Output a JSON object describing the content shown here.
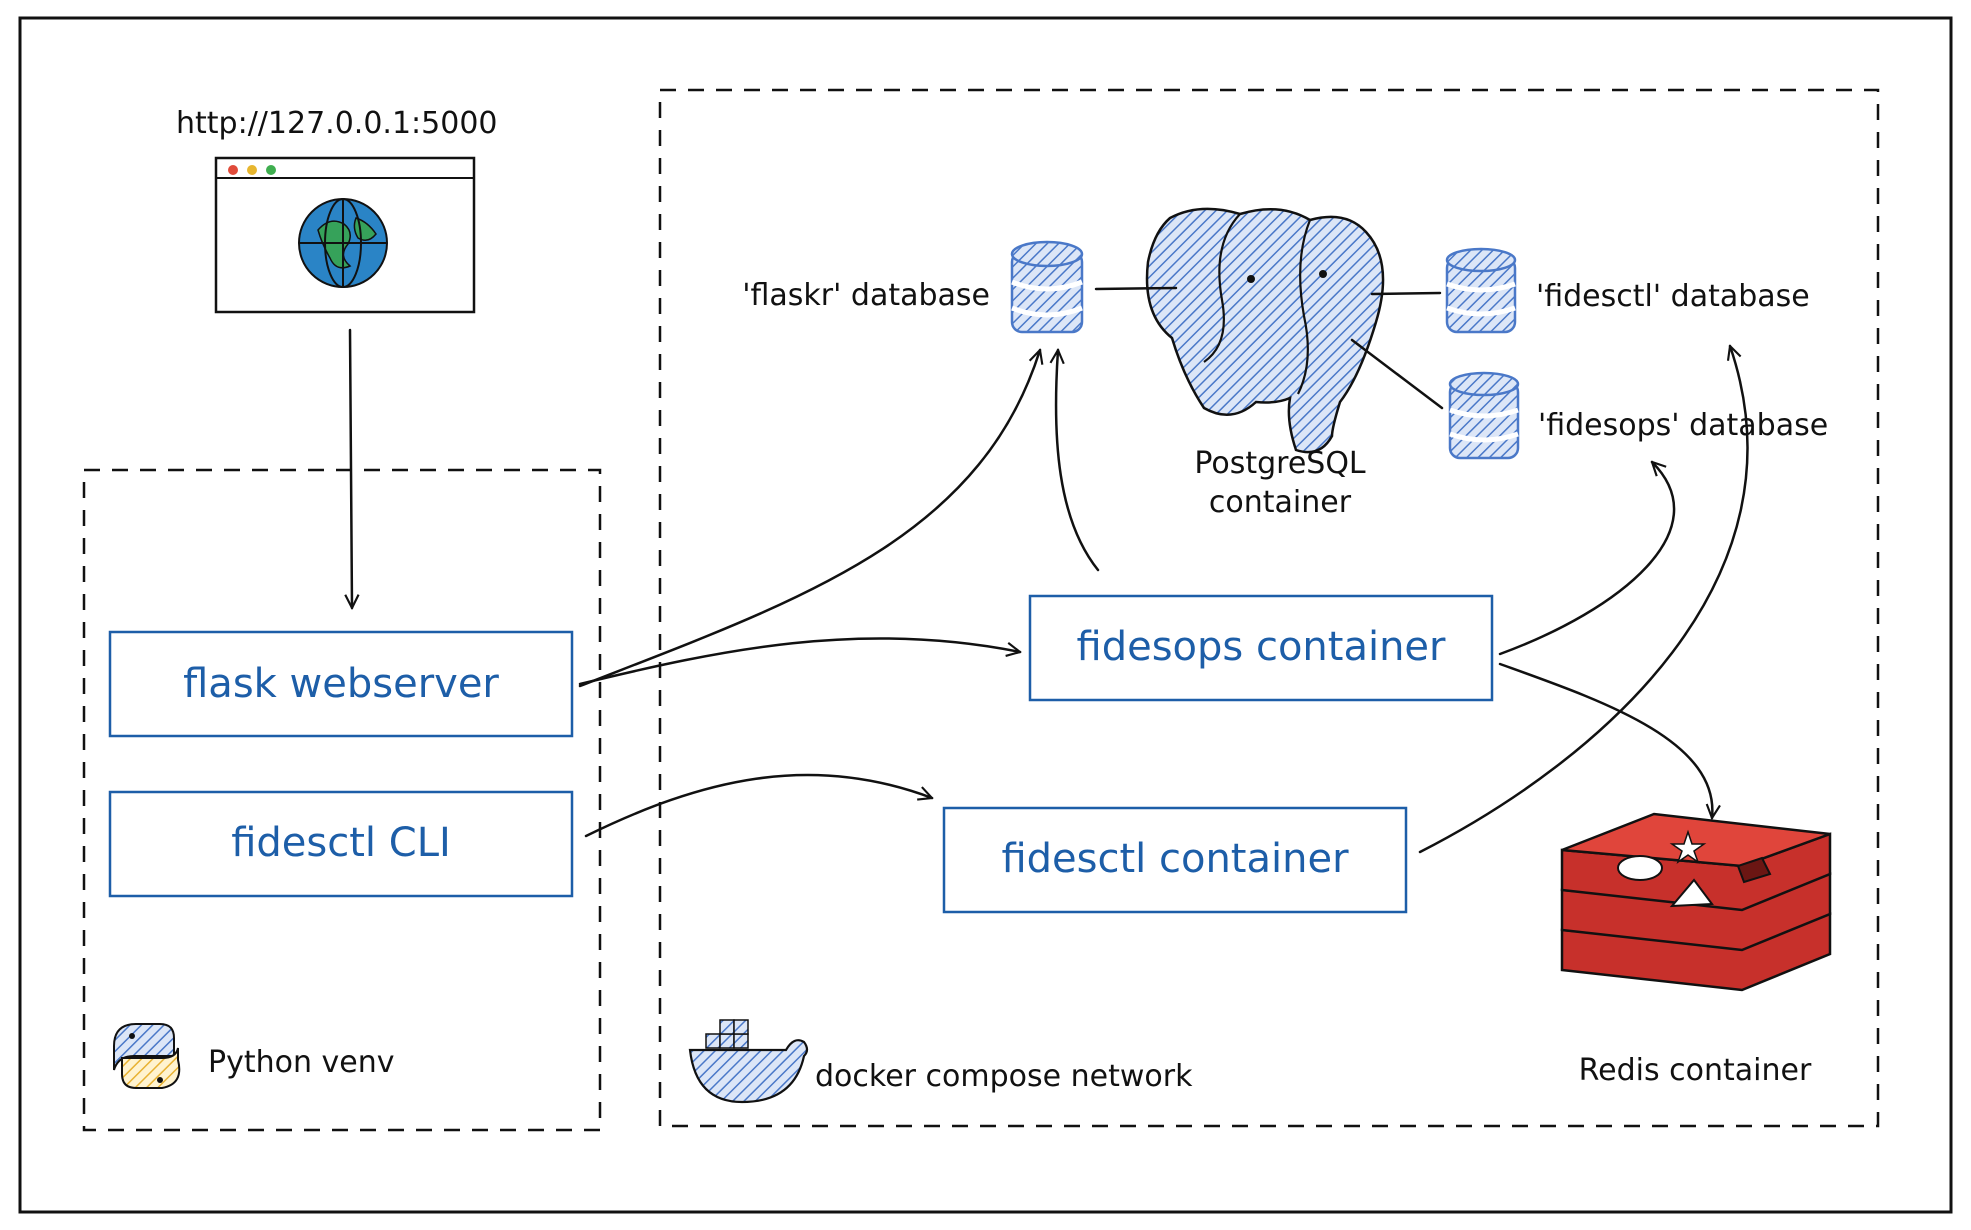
{
  "browser": {
    "url": "http://127.0.0.1:5000"
  },
  "groups": {
    "python_venv": "Python venv",
    "docker_network": "docker compose network"
  },
  "boxes": {
    "flask_webserver": "flask webserver",
    "fidesctl_cli": "fidesctl CLI",
    "fidesops_container": "fidesops container",
    "fidesctl_container": "fidesctl container"
  },
  "databases": {
    "flaskr": "'flaskr' database",
    "fidesctl": "'fidesctl' database",
    "fidesops": "'fidesops' database"
  },
  "postgres": {
    "line1": "PostgreSQL",
    "line2": "container"
  },
  "redis": {
    "label": "Redis container"
  },
  "colors": {
    "box_text": "#1d5ea8",
    "db_fill": "#4a78c8",
    "redis": "#c7302b",
    "globe": "#2a84c6",
    "land": "#36a25a"
  },
  "icons": [
    "globe-icon",
    "database-icon",
    "postgres-elephant-icon",
    "redis-icon",
    "python-icon",
    "docker-whale-icon"
  ]
}
